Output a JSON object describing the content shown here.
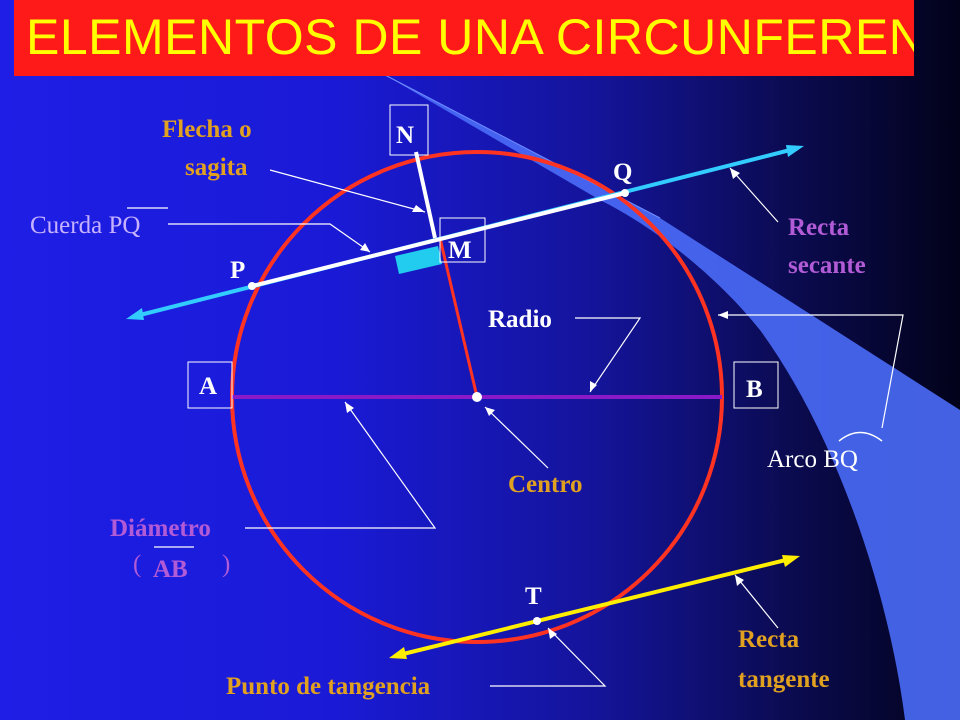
{
  "title": "ELEMENTOS DE UNA CIRCUNFERENCIA",
  "colors": {
    "title_background": "#ff1a1a",
    "title_text": "#ffff00",
    "circle": "#ff3322",
    "secant_line": "#33ccff",
    "chord": "#ffffff",
    "diameter": "#8a1ac8",
    "tangent_line": "#ffee00",
    "purple_label": "#b25bd6",
    "gold_label": "#e0a020"
  },
  "labels": {
    "flecha": [
      "Flecha o",
      "sagita"
    ],
    "cuerda_prefix": "Cuerda ",
    "cuerda_segment": "PQ",
    "recta_secante": [
      "Recta",
      "secante"
    ],
    "radio": "Radio",
    "centro": "Centro",
    "arco_prefix": "Arco ",
    "arco_segment": "BQ",
    "diametro": "Diámetro",
    "diametro_segment": "AB",
    "diametro_paren_open": "(",
    "diametro_paren_close": ")",
    "recta_tangente": [
      "Recta",
      "tangente"
    ],
    "punto_tangencia": "Punto de tangencia"
  },
  "points": {
    "N": "N",
    "M": "M",
    "P": "P",
    "Q": "Q",
    "A": "A",
    "B": "B",
    "T": "T"
  }
}
